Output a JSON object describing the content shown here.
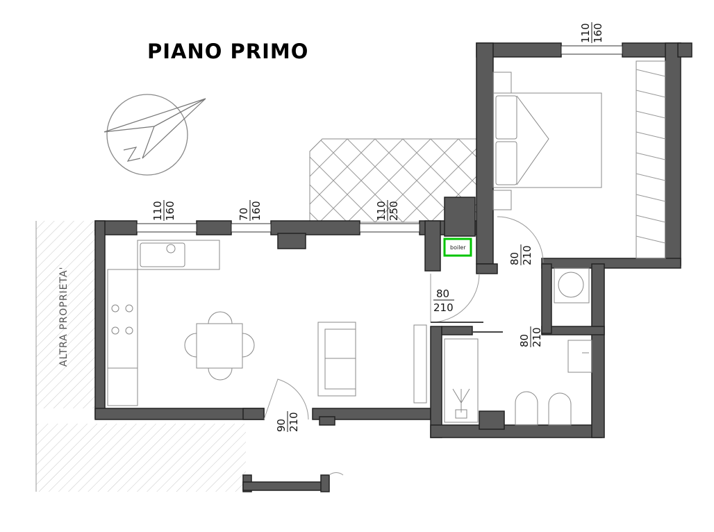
{
  "title": "PIANO PRIMO",
  "neighbor_label": "ALTRA PROPRIETA'",
  "boiler_label": "boiler",
  "boiler_highlight_color": "#00c400",
  "wall_color": "#5a5a5a",
  "windows": [
    {
      "width": "110",
      "height": "160"
    },
    {
      "width": "70",
      "height": "160"
    },
    {
      "width": "110",
      "height": "250"
    },
    {
      "width": "110",
      "height": "160"
    }
  ],
  "doors": [
    {
      "width": "80",
      "height": "210"
    },
    {
      "width": "80",
      "height": "210"
    },
    {
      "width": "80",
      "height": "210"
    },
    {
      "width": "90",
      "height": "210"
    }
  ],
  "compass": "north-arrow-icon"
}
